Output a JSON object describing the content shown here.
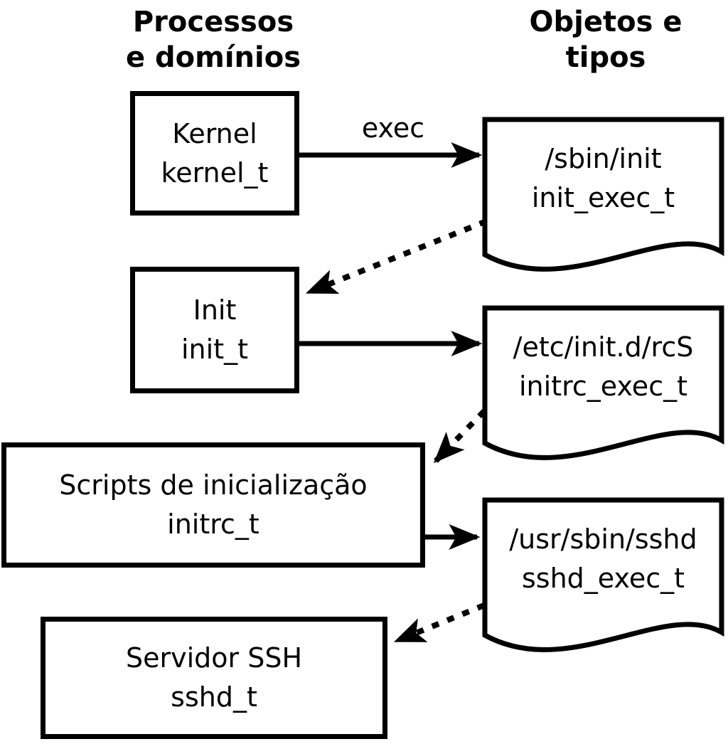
{
  "canvas": {
    "background_color": "#ffffff",
    "ink_color": "#000000"
  },
  "headings": {
    "left": {
      "line1": "Processos",
      "line2": "e domínios"
    },
    "right": {
      "line1": "Objetos e",
      "line2": "tipos"
    }
  },
  "process_nodes": [
    {
      "id": "kernel",
      "name": "Kernel",
      "type_label": "kernel_t"
    },
    {
      "id": "init",
      "name": "Init",
      "type_label": "init_t"
    },
    {
      "id": "initrc",
      "name": "Scripts de inicialização",
      "type_label": "initrc_t"
    },
    {
      "id": "sshd",
      "name": "Servidor SSH",
      "type_label": "sshd_t"
    }
  ],
  "object_nodes": [
    {
      "id": "init-exec",
      "path": "/sbin/init",
      "type_label": "init_exec_t"
    },
    {
      "id": "initrc-exec",
      "path": "/etc/init.d/rcS",
      "type_label": "initrc_exec_t"
    },
    {
      "id": "sshd-exec",
      "path": "/usr/sbin/sshd",
      "type_label": "sshd_exec_t"
    }
  ],
  "edges": {
    "exec_label": "exec"
  }
}
